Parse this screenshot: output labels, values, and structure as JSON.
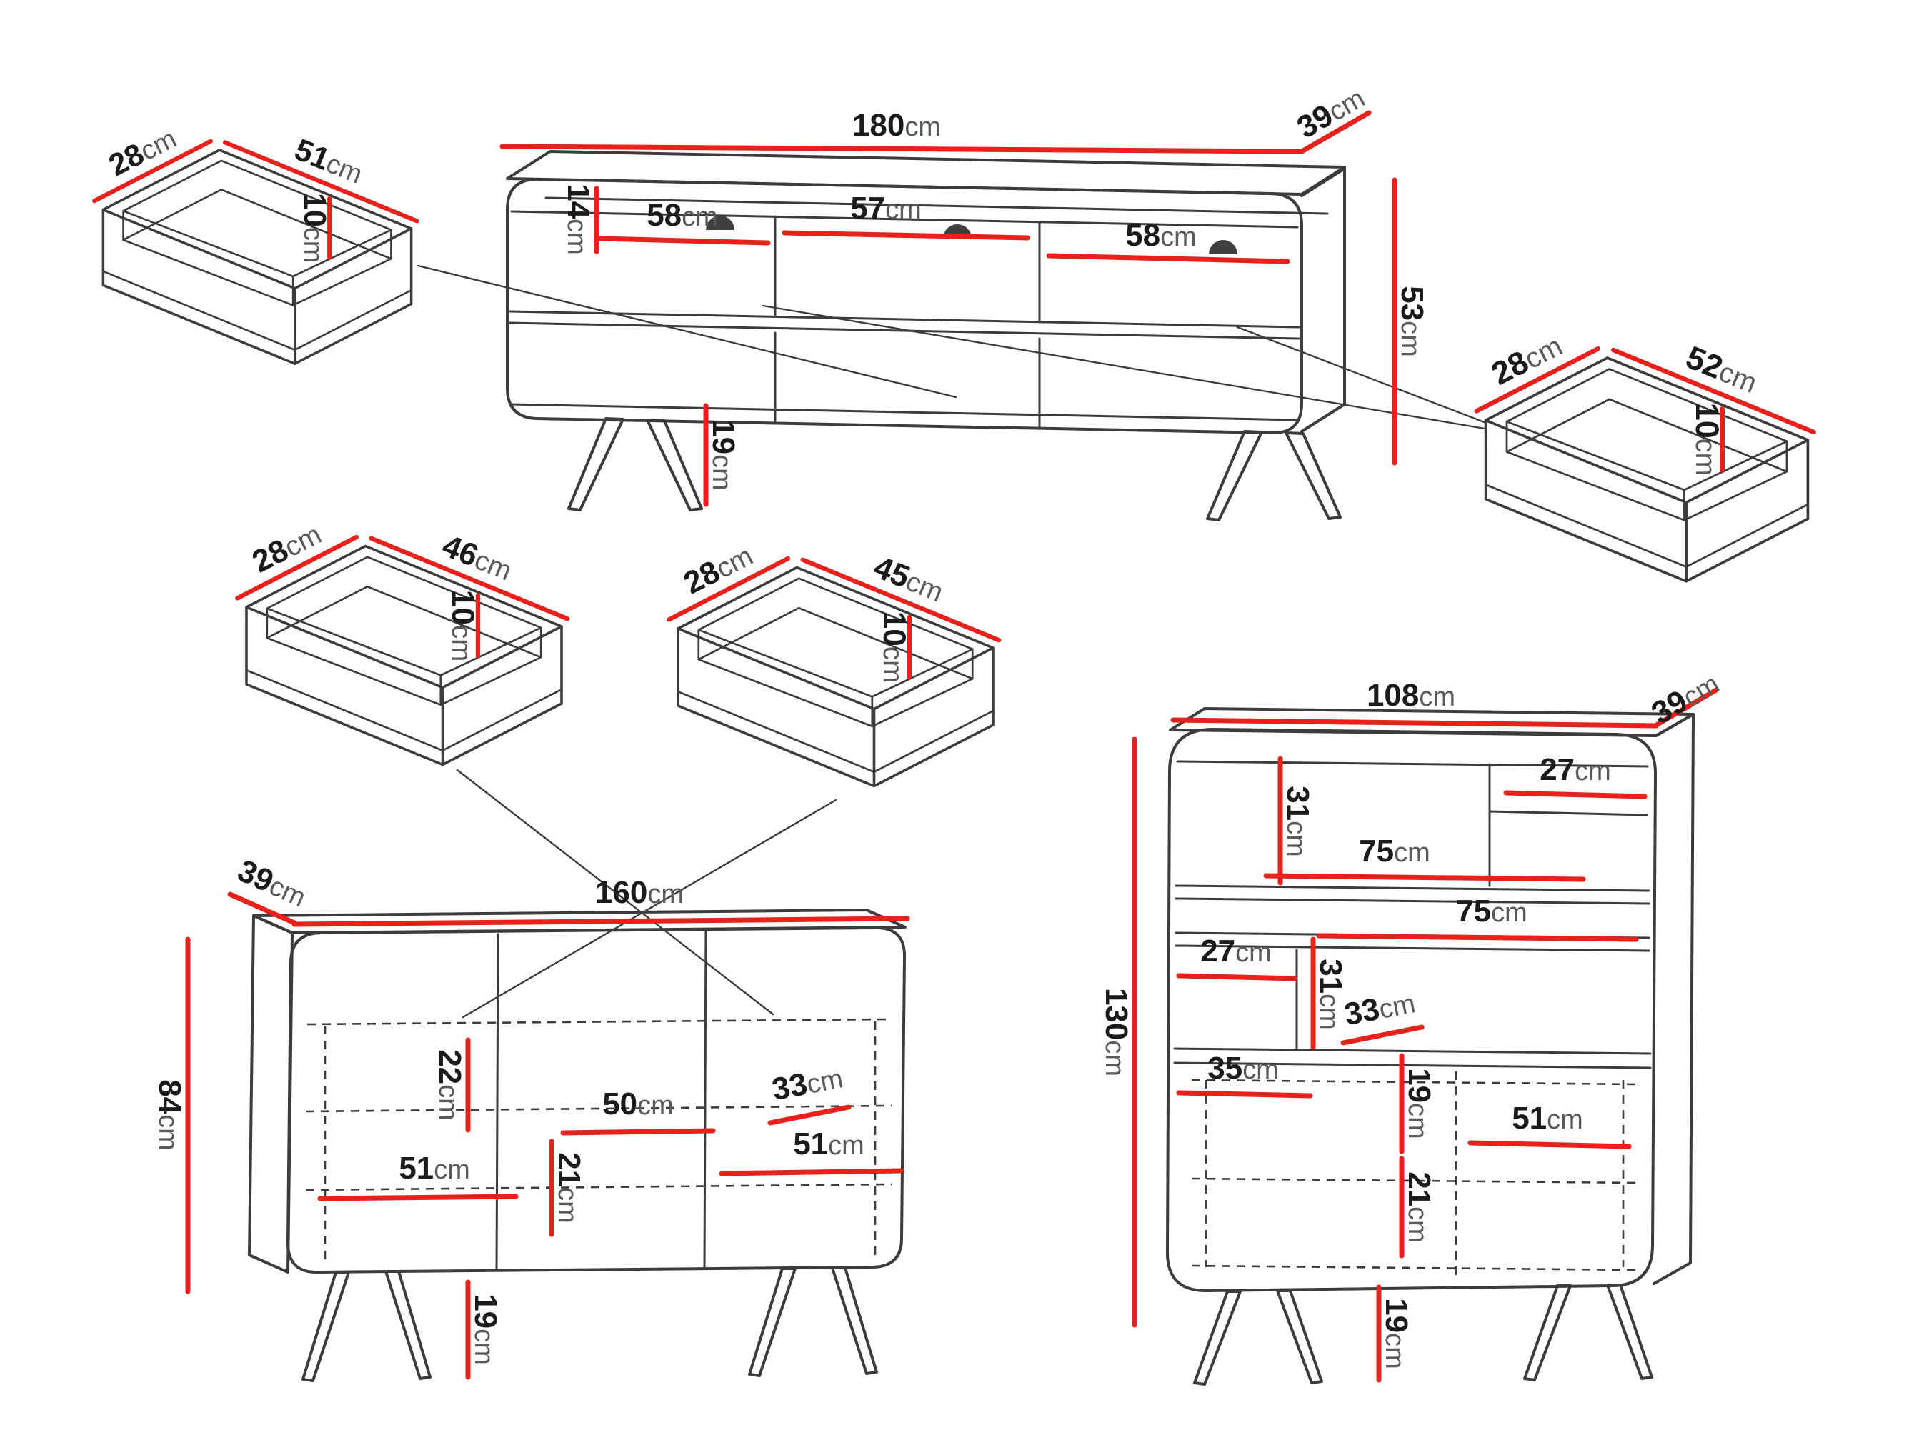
{
  "meta": {
    "description": "Technical dimension drawing of a furniture set: TV stand, sideboard, highboard and five pull-out drawers",
    "unit": "cm",
    "colors": {
      "outline": "#3c3c3c",
      "dimension_line": "#e8211c",
      "label_number": "#1b1b1b",
      "label_unit": "#5a5a5a",
      "background": "#ffffff"
    }
  },
  "tv_stand": {
    "width": "180",
    "depth": "39",
    "height": "53",
    "top_inner_height": "14",
    "left_shelf_width": "58",
    "middle_shelf_width": "57",
    "right_shelf_width": "58",
    "leg_height": "19"
  },
  "drawer_a": {
    "depth": "28",
    "width": "51",
    "height": "10"
  },
  "drawer_b": {
    "depth": "28",
    "width": "52",
    "height": "10"
  },
  "drawer_c": {
    "depth": "28",
    "width": "46",
    "height": "10"
  },
  "drawer_d": {
    "depth": "28",
    "width": "45",
    "height": "10"
  },
  "sideboard": {
    "depth": "39",
    "width": "160",
    "height": "84",
    "shelf_spacing": "22",
    "middle_shelf_width": "50",
    "inner_depth": "33",
    "right_shelf_width": "51",
    "left_shelf_width": "51",
    "lower_spacing": "21",
    "leg_height": "19"
  },
  "highboard": {
    "width": "108",
    "depth": "39",
    "height": "130",
    "top_section_height": "31",
    "top_right_width": "27",
    "upper_shelf_width": "75",
    "middle_shelf_width": "75",
    "mid_left_width": "27",
    "mid_section_height": "31",
    "inner_depth": "33",
    "lower_left_width": "35",
    "inner_height": "19",
    "lower_right_width": "51",
    "lower_spacing": "21",
    "leg_height": "19"
  }
}
